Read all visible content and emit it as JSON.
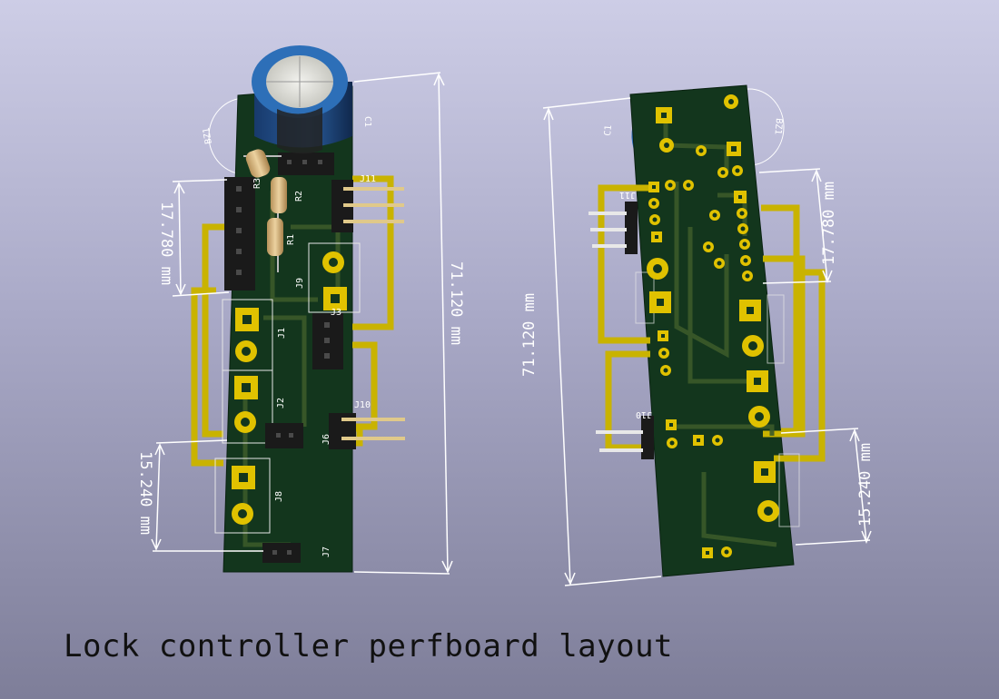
{
  "caption": "Lock controller perfboard layout",
  "colors": {
    "board": "#13361d",
    "trace": "#c9b300",
    "pad": "#e0c200",
    "copper_dim": "#3b5a2a",
    "silkscreen": "#ffffff",
    "capacitor": "#2d6fb8",
    "header": "#1a1a1a",
    "resistor": "#d9b77f",
    "pin": "#e0c98a"
  },
  "front_view": {
    "dimensions": {
      "length": "71.120 mm",
      "spacing_top": "17.780 mm",
      "spacing_bottom": "15.240 mm"
    },
    "labels": {
      "c1": "C1",
      "bz1": "BZ1",
      "r1": "R1",
      "r2": "R2",
      "r3": "R3",
      "j1": "J1",
      "j2": "J2",
      "j3": "J3",
      "j6": "J6",
      "j7": "J7",
      "j8": "J8",
      "j9": "J9",
      "j10": "J10",
      "j11": "J11"
    }
  },
  "back_view": {
    "dimensions": {
      "length": "71.120 mm",
      "spacing_top": "17.780 mm",
      "spacing_bottom": "15.240 mm"
    },
    "labels": {
      "c1": "C1",
      "bz1": "BZ1",
      "j10": "J10",
      "j11": "J11"
    }
  }
}
